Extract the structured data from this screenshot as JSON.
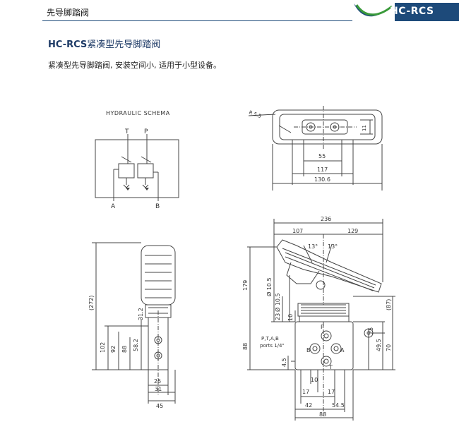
{
  "header": {
    "title": "先导脚踏阀",
    "logo_text": "HC-RCS"
  },
  "product": {
    "model": "HC-RCS",
    "name": "紧凑型先导脚踏阀"
  },
  "description": "紧凑型先导脚踏阀, 安装空间小, 适用于小型设备。",
  "schema": {
    "title": "HYDRAULIC SCHEMA",
    "port_t": "T",
    "port_p": "P",
    "port_a": "A",
    "port_b": "B"
  },
  "top_view": {
    "dim_r": "R 5.5",
    "dim_11": "11",
    "dim_55": "55",
    "dim_117": "117",
    "dim_130": "130.6"
  },
  "front_view": {
    "dim_272": "(272)",
    "dim_102": "102",
    "dim_92": "92",
    "dim_88": "88",
    "dim_58": "58.2",
    "dim_31_2": "31.2",
    "dim_25": "25",
    "dim_31": "31",
    "dim_45": "45"
  },
  "side_view": {
    "dim_236": "236",
    "dim_107": "107",
    "dim_129": "129",
    "dim_13a": "13°",
    "dim_13b": "13°",
    "dim_179": "179",
    "dim_d105a": "Ø 10.5",
    "dim_d105b": "Ø 10.5",
    "dim_23": "23",
    "dim_10a": "10",
    "dim_87": "(87)",
    "dim_88b": "88",
    "ports_label_1": "P,T,A,B",
    "ports_label_2": "ports 1/4\"",
    "port_b": "B",
    "port_p": "P",
    "port_a": "A",
    "port_t": "T",
    "dim_25b": "25",
    "dim_49": "49.5",
    "dim_70": "70",
    "dim_4_5": "4.5",
    "dim_10b": "10",
    "dim_17a": "17",
    "dim_17b": "17",
    "dim_42": "42",
    "dim_54": "54.5",
    "dim_88c": "88"
  }
}
